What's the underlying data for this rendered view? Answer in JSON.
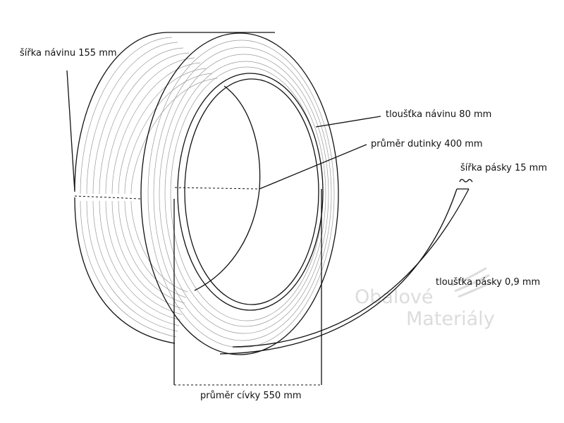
{
  "labels": {
    "coil_width": "šířka návinu 155 mm",
    "coil_thickness": "tloušťka návinu 80 mm",
    "core_diameter": "průměr dutinky 400 mm",
    "strap_width": "šířka pásky 15 mm",
    "strap_thickness": "tloušťka pásky 0,9 mm",
    "coil_diameter": "průměr cívky 550 mm"
  },
  "watermark": {
    "line1": "Obalové",
    "line2": "Materiály"
  },
  "colors": {
    "ink": "#111111",
    "winding": "#9a9a9a",
    "watermark": "#dcdcdc"
  }
}
